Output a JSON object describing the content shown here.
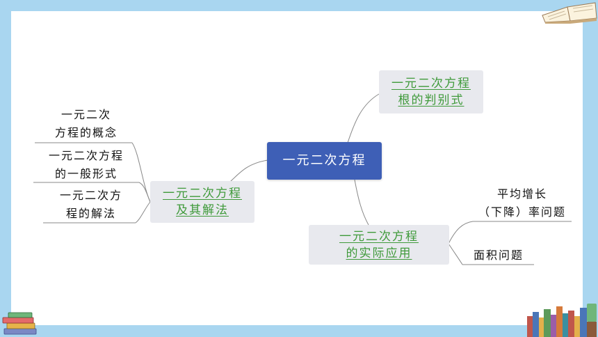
{
  "center": "一元二次方程",
  "branches": {
    "discriminant": [
      "一元二次方程",
      "根的判别式"
    ],
    "solving": [
      "一元二次方程",
      "及其解法"
    ],
    "application": [
      "一元二次方程",
      "的实际应用"
    ]
  },
  "leaves": {
    "concept": [
      "一元二次",
      "方程的概念"
    ],
    "general_form": [
      "一元二次方程",
      "的一般形式"
    ],
    "methods": [
      "一元二次方",
      "程的解法"
    ],
    "growth": [
      "平均增长",
      "（下降）率问题"
    ],
    "area": [
      "面积问题"
    ]
  },
  "colors": {
    "background": "#a9d6f0",
    "center_node": "#3e5fb6",
    "branch_node": "#e8e9ee",
    "branch_text": "#3f9a3a",
    "connector": "#888888"
  }
}
